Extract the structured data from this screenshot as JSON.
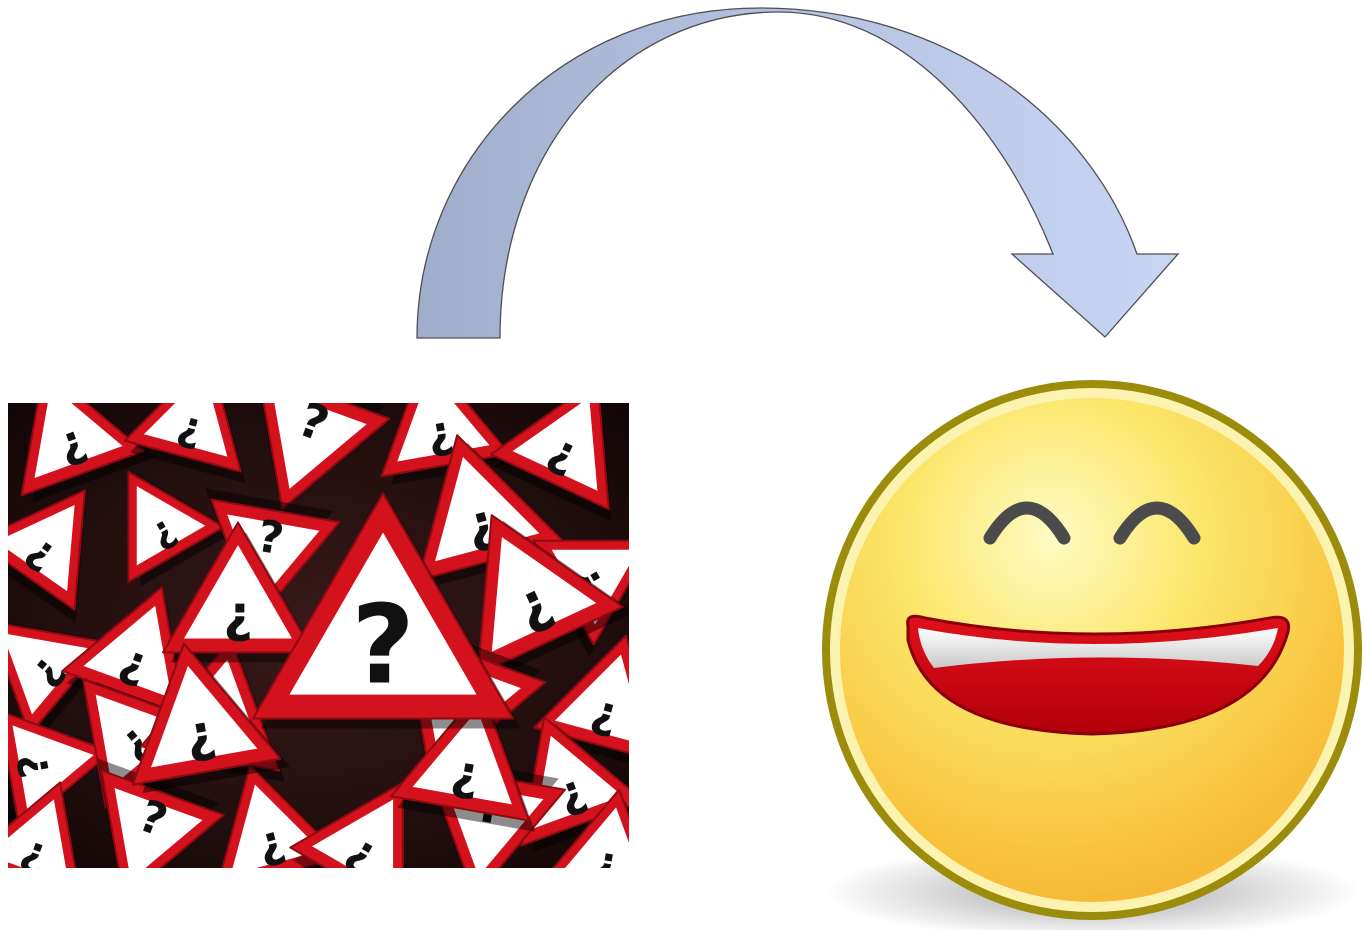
{
  "scene": {
    "description_free": true,
    "from_image": {
      "icon": "question-warning-signs"
    },
    "to_image": {
      "icon": "laughing-smiley-face"
    },
    "connector": {
      "icon": "curved-arrow-right"
    }
  },
  "colors": {
    "background": "#ffffff",
    "arrow_fill_left": "#a1aecb",
    "arrow_fill_right": "#c8d5f5",
    "arrow_stroke": "#4f4f4f",
    "sign_red": "#d3121e",
    "sign_white": "#ffffff",
    "sign_glyph": "#111111",
    "smiley_rim": "#9c8c0c",
    "smiley_face_light": "#fff8b0",
    "smiley_face_dark": "#f7b034",
    "smiley_eye": "#4b4b4b",
    "smiley_mouth": "#c4000b",
    "smiley_teeth": "#f4f4f4"
  }
}
